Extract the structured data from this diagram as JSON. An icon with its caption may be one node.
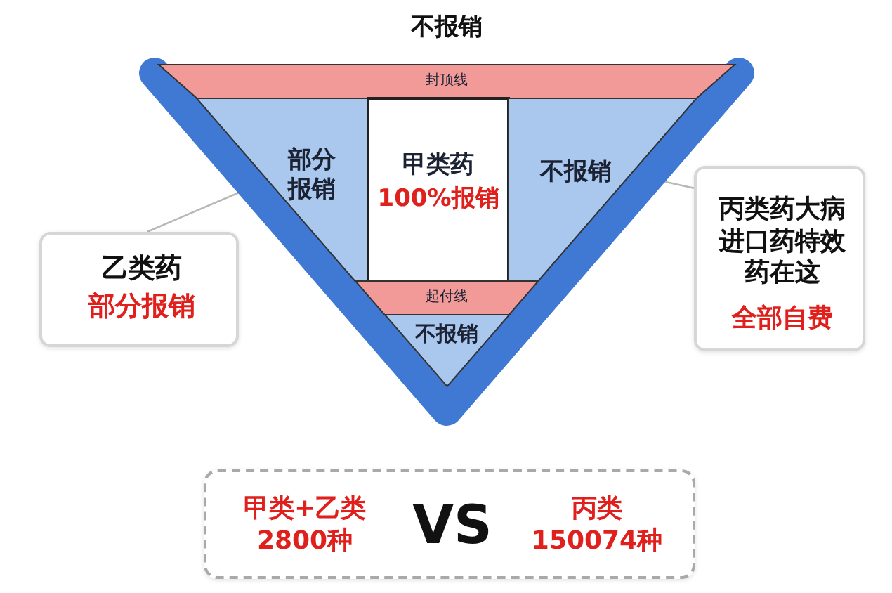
{
  "diagram": {
    "nodes": [
      {
        "text": [
          "封顶线"
        ]
      },
      {
        "text": [
          "部分报销"
        ]
      },
      {
        "text": [
          "甲类药",
          "100%报销"
        ]
      },
      {
        "text": [
          "不报销"
        ]
      },
      {
        "text": [
          "起付线"
        ]
      },
      {
        "text": [
          "不报销"
        ]
      },
      {
        "text": [
          "乙类药",
          "部分报销"
        ]
      },
      {
        "text": [
          "丙类药大病进口药特效药在这",
          "全部自费"
        ]
      },
      {
        "text": [
          "甲类+乙类2800种",
          "VS",
          "丙类150074种"
        ]
      }
    ],
    "edges": [
      {
        "from": 6,
        "to": 1,
        "arrow": "none"
      },
      {
        "from": 7,
        "to": 3,
        "arrow": "none"
      }
    ],
    "labels": [
      "不报销"
    ]
  }
}
